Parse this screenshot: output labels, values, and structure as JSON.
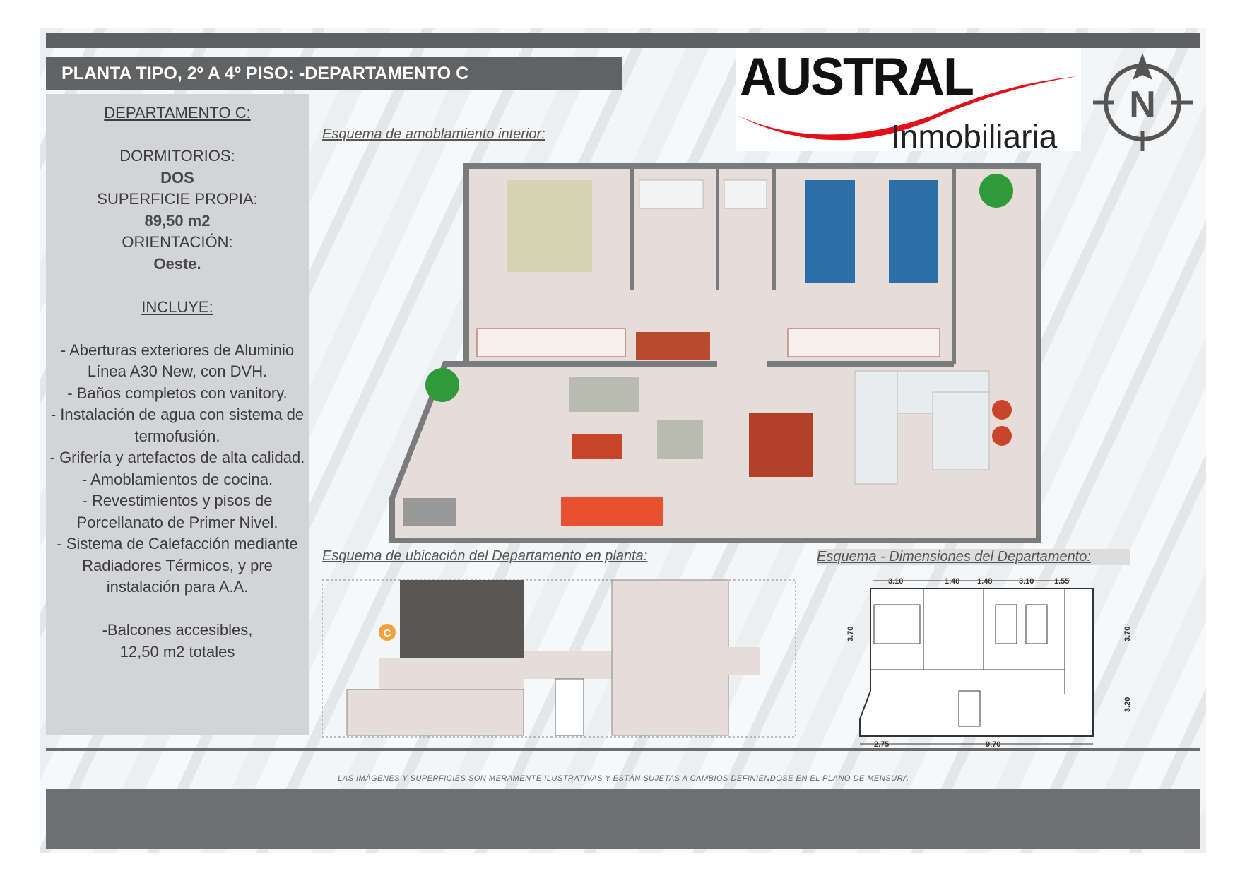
{
  "header": {
    "title": "PLANTA TIPO, 2º A 4º PISO: -DEPARTAMENTO C"
  },
  "logo": {
    "brand": "AUSTRAL",
    "sub": "Inmobiliaria",
    "compass_letter": "N"
  },
  "info": {
    "heading": "DEPARTAMENTO C:",
    "dorm_label": "DORMITORIOS:",
    "dorm_value": "DOS",
    "sup_label": "SUPERFICIE PROPIA:",
    "sup_value": "89,50 m2",
    "orient_label": "ORIENTACIÓN:",
    "orient_value": "Oeste.",
    "incluye": "INCLUYE:",
    "items": [
      "- Aberturas exteriores de Aluminio Línea A30 New, con DVH.",
      "- Baños completos con vanitory.",
      "- Instalación de agua con sistema de termofusión.",
      "- Grifería y artefactos de alta calidad.",
      "- Amoblamientos de cocina.",
      "- Revestimientos y pisos de Porcellanato de Primer Nivel.",
      "- Sistema de Calefacción mediante Radiadores Térmicos, y pre instalación para A.A."
    ],
    "balcon": "-Balcones accesibles,",
    "balcon2": "12,50 m2 totales"
  },
  "sections": {
    "furnished": "Esquema de amoblamiento interior:",
    "location": "Esquema de ubicación del Departamento en planta:",
    "dimensions": "Esquema - Dimensiones del Departamento:"
  },
  "location_marker": "C",
  "dimensions": {
    "top": [
      "3.10",
      "1.48",
      "1.48",
      "3.10",
      "1.55"
    ],
    "left": "3.70",
    "right_top": "3.70",
    "right_bottom": "3.20",
    "bottom": [
      "2.75",
      "9.70"
    ]
  },
  "disclaimer": "LAS IMÁGENES Y SUPERFICIES SON MERAMENTE ILUSTRATIVAS Y ESTÁN SUJETAS A CAMBIOS DEFINIÉNDOSE EN EL PLANO DE MENSURA",
  "colors": {
    "accent_red": "#e3101a",
    "bar_gray": "#616264"
  }
}
